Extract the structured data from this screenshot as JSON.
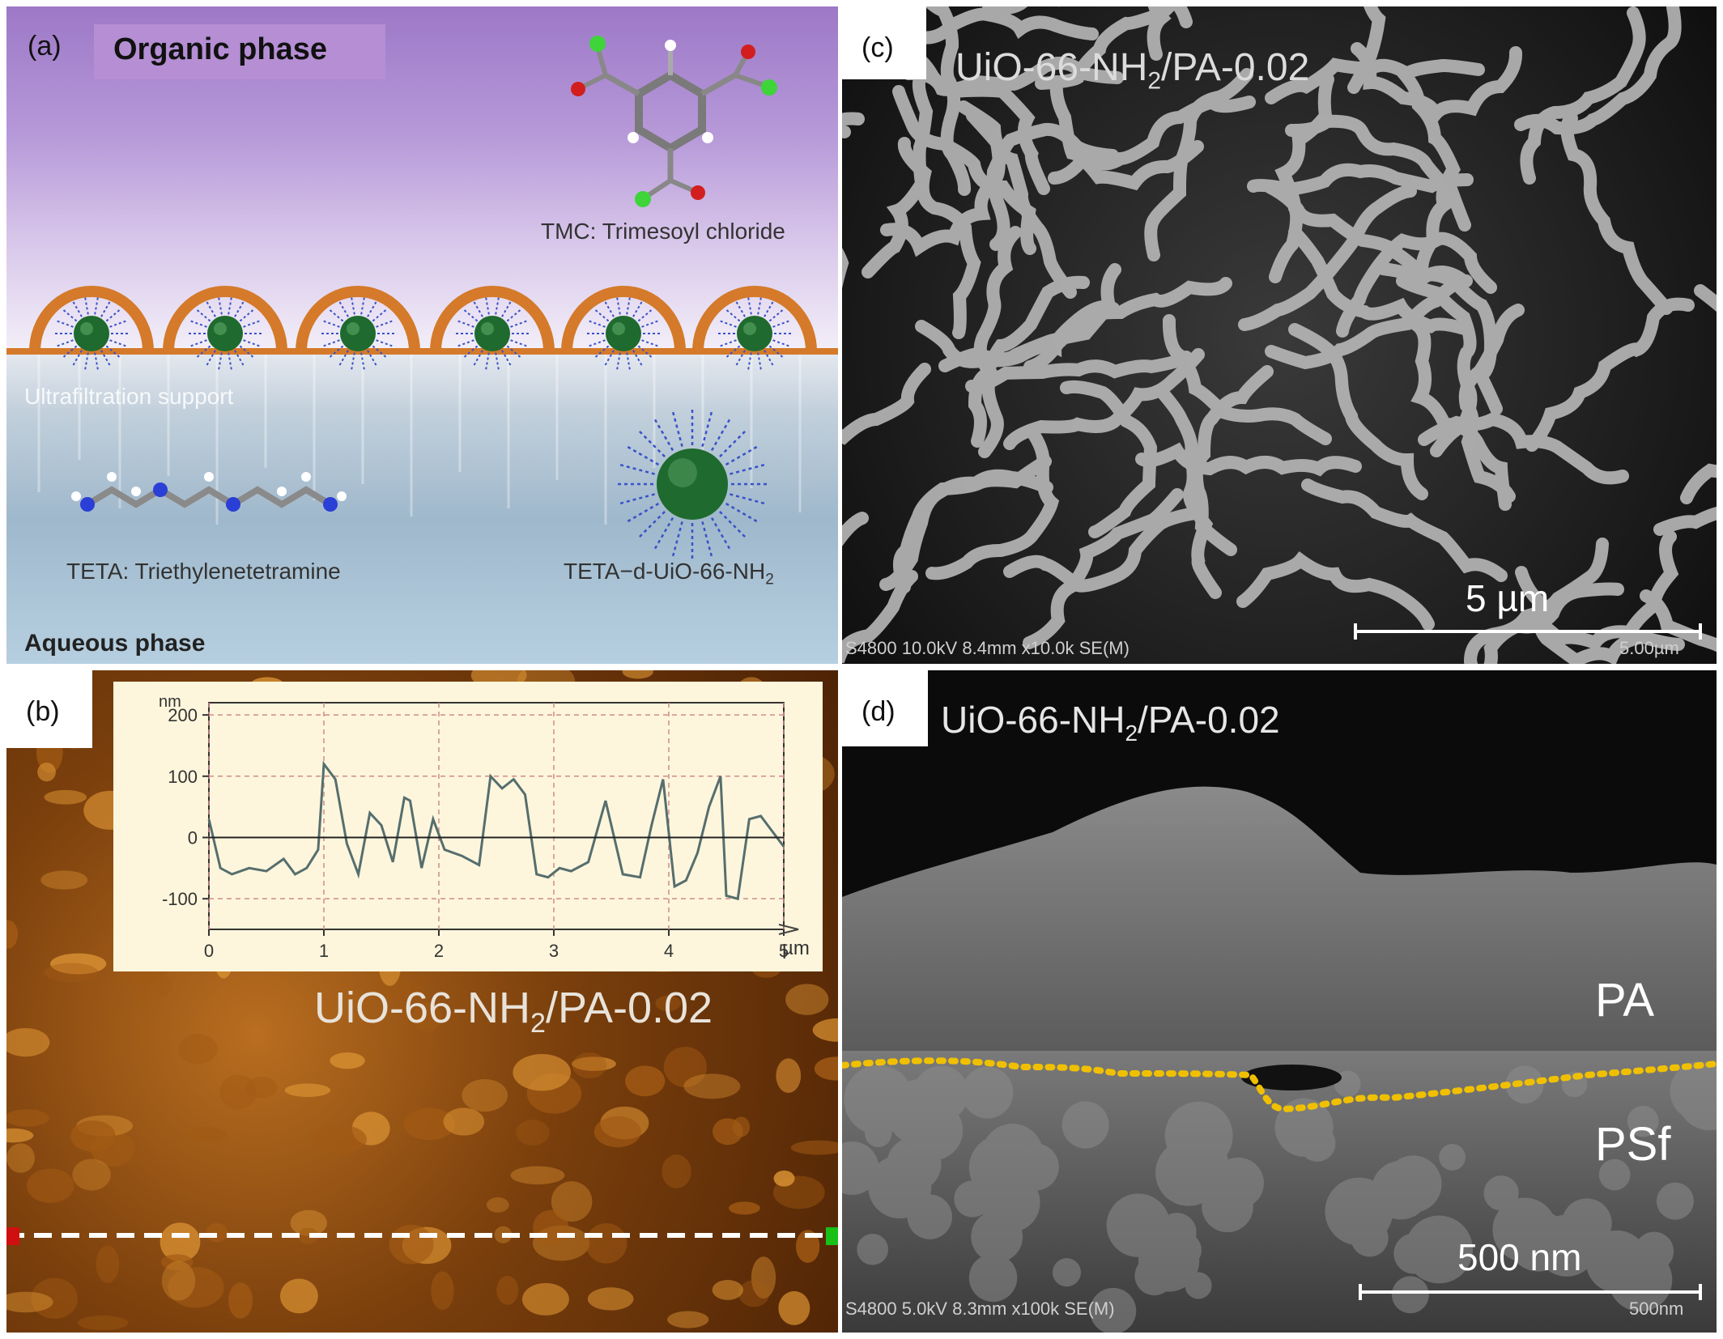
{
  "panels": {
    "a": {
      "label": "(a)",
      "organic_phase": "Organic phase",
      "tmc": "TMC: Trimesoyl chloride",
      "support": "Ultrafiltration support",
      "teta": "TETA: Triethylenetetramine",
      "teta_d_prefix": "TETA−d-UiO-66-NH",
      "teta_d_sub": "2",
      "aqueous_phase": "Aqueous phase"
    },
    "b": {
      "label": "(b)",
      "sample_prefix": "UiO-66-NH",
      "sample_sub": "2",
      "sample_suffix": "/PA-0.02",
      "profile_chart": {
        "y_unit": "nm",
        "x_unit": "µm",
        "y_ticks": [
          "200",
          "100",
          "0",
          "-100"
        ],
        "x_ticks": [
          "0",
          "1",
          "2",
          "3",
          "4",
          "5"
        ]
      }
    },
    "c": {
      "label": "(c)",
      "sample_prefix": "UiO-66-NH",
      "sample_sub": "2",
      "sample_suffix": "/PA-0.02",
      "scale_bar": "5 µm",
      "sem_info": "S4800 10.0kV 8.4mm x10.0k SE(M)",
      "scale_small": "5.00µm"
    },
    "d": {
      "label": "(d)",
      "sample_prefix": "UiO-66-NH",
      "sample_sub": "2",
      "sample_suffix": "/PA-0.02",
      "layer_top": "PA",
      "layer_bottom": "PSf",
      "scale_bar": "500 nm",
      "sem_info": "S4800 5.0kV 8.3mm x100k SE(M)",
      "scale_small": "500nm"
    }
  },
  "chart_data": {
    "type": "line",
    "x_unit": "µm",
    "y_unit": "nm",
    "xlim": [
      0,
      5
    ],
    "ylim": [
      -150,
      220
    ],
    "grid": true,
    "series": [
      {
        "x": [
          0,
          0.1,
          0.2,
          0.35,
          0.5,
          0.65,
          0.75,
          0.85,
          0.95,
          1.0,
          1.1,
          1.2,
          1.3,
          1.4,
          1.5,
          1.6,
          1.7,
          1.75,
          1.85,
          1.95,
          2.05,
          2.2,
          2.35,
          2.45,
          2.55,
          2.65,
          2.75,
          2.85,
          2.95,
          3.05,
          3.15,
          3.3,
          3.45,
          3.6,
          3.75,
          3.85,
          3.95,
          4.05,
          4.15,
          4.25,
          4.35,
          4.45,
          4.5,
          4.6,
          4.7,
          4.8,
          4.9,
          5.0
        ],
        "y": [
          30,
          -50,
          -60,
          -50,
          -55,
          -35,
          -60,
          -50,
          -20,
          120,
          95,
          -10,
          -60,
          40,
          20,
          -40,
          65,
          60,
          -50,
          30,
          -20,
          -30,
          -45,
          100,
          80,
          95,
          70,
          -60,
          -65,
          -50,
          -55,
          -40,
          60,
          -60,
          -65,
          20,
          95,
          -80,
          -70,
          -25,
          50,
          100,
          -95,
          -100,
          30,
          35,
          10,
          -15
        ]
      }
    ]
  }
}
